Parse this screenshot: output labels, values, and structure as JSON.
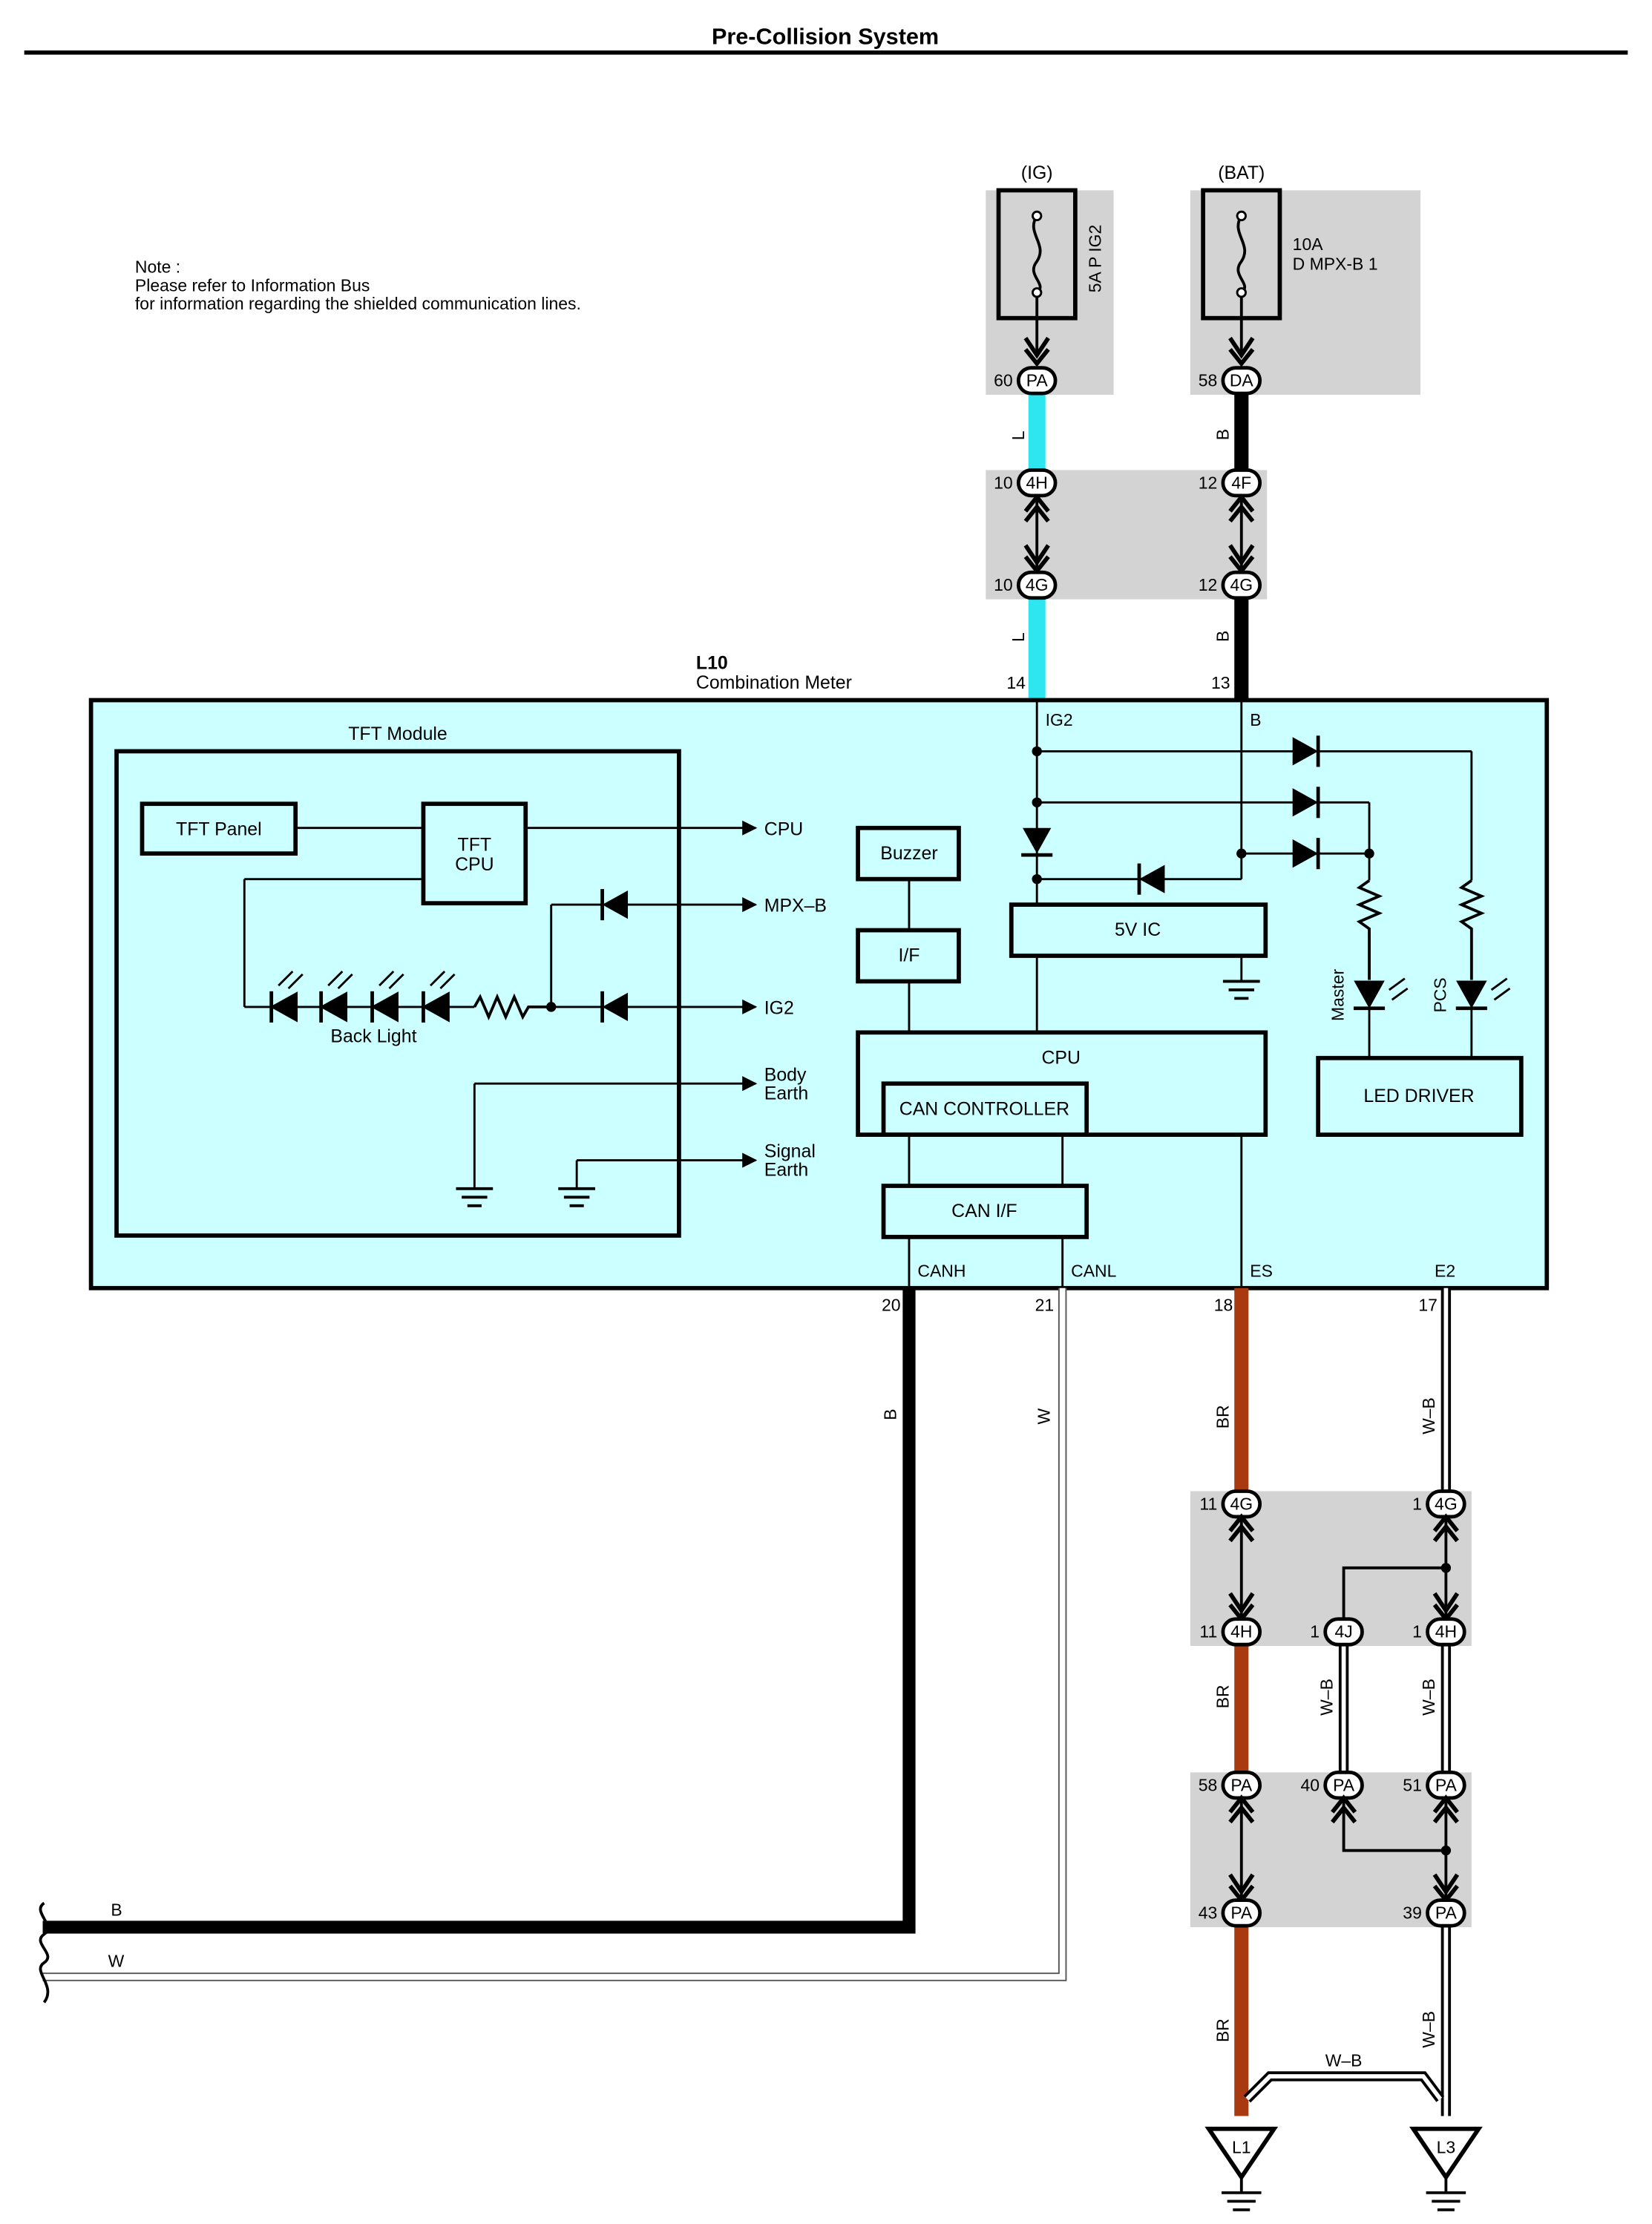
{
  "page": {
    "title": "Pre-Collision System",
    "note": [
      "Note :",
      "Please refer to Information Bus",
      "for information regarding the shielded communication lines."
    ]
  },
  "fuses": {
    "ig": {
      "label": "(IG)",
      "name": "5A P IG2",
      "pin": "60",
      "conn": "PA"
    },
    "bat": {
      "label": "(BAT)",
      "name_line1": "10A",
      "name_line2": "D MPX-B 1",
      "pin": "58",
      "conn": "DA"
    }
  },
  "top_junction": {
    "left_top": {
      "pin": "10",
      "conn": "4H"
    },
    "left_bottom": {
      "pin": "10",
      "conn": "4G"
    },
    "right_top": {
      "pin": "12",
      "conn": "4F"
    },
    "right_bottom": {
      "pin": "12",
      "conn": "4G"
    }
  },
  "wire_colors": {
    "ig_upper": "L",
    "ig_lower": "L",
    "bat_upper": "B",
    "bat_lower": "B",
    "canh": "B",
    "canl": "W",
    "es_upper": "BR",
    "es_mid": "BR",
    "es_lower": "BR",
    "e2_upper": "W–B",
    "e2_mid": "W–B",
    "mid_4j": "W–B",
    "e2_lower": "W–B",
    "ground_link": "W–B",
    "left_b": "B",
    "left_w": "W"
  },
  "component": {
    "code": "L10",
    "name": "Combination Meter",
    "pins_top": {
      "ig2_num": "14",
      "ig2_name": "IG2",
      "b_num": "13",
      "b_name": "B"
    },
    "pins_bottom": {
      "canh_num": "20",
      "canh_name": "CANH",
      "canl_num": "21",
      "canl_name": "CANL",
      "es_num": "18",
      "es_name": "ES",
      "e2_num": "17",
      "e2_name": "E2"
    }
  },
  "tft": {
    "module_label": "TFT Module",
    "panel": "TFT Panel",
    "cpu_line1": "TFT",
    "cpu_line2": "CPU",
    "backlight": "Back Light",
    "out_cpu": "CPU",
    "out_mpxb": "MPX–B",
    "out_ig2": "IG2",
    "body_earth_1": "Body",
    "body_earth_2": "Earth",
    "signal_earth_1": "Signal",
    "signal_earth_2": "Earth"
  },
  "blocks": {
    "buzzer": "Buzzer",
    "if": "I/F",
    "ic5v": "5V IC",
    "cpu": "CPU",
    "can_controller": "CAN CONTROLLER",
    "can_if": "CAN I/F",
    "led_driver": "LED DRIVER",
    "led_master": "Master",
    "led_pcs": "PCS"
  },
  "lower_junctions": {
    "j1": {
      "es_top": {
        "pin": "11",
        "conn": "4G"
      },
      "e2_top": {
        "pin": "1",
        "conn": "4G"
      },
      "es_bottom": {
        "pin": "11",
        "conn": "4H"
      },
      "mid_bottom": {
        "pin": "1",
        "conn": "4J"
      },
      "e2_bottom": {
        "pin": "1",
        "conn": "4H"
      }
    },
    "j2": {
      "es_top": {
        "pin": "58",
        "conn": "PA"
      },
      "mid_top": {
        "pin": "40",
        "conn": "PA"
      },
      "e2_top": {
        "pin": "51",
        "conn": "PA"
      },
      "es_bottom": {
        "pin": "43",
        "conn": "PA"
      },
      "e2_bottom": {
        "pin": "39",
        "conn": "PA"
      }
    }
  },
  "grounds": {
    "l1": "L1",
    "l3": "L3"
  },
  "colors": {
    "cyan_wire": "#2ee6f0",
    "brown_wire": "#a93a10",
    "meter_fill": "#ccffff",
    "junction_gray": "#d3d3d3"
  }
}
